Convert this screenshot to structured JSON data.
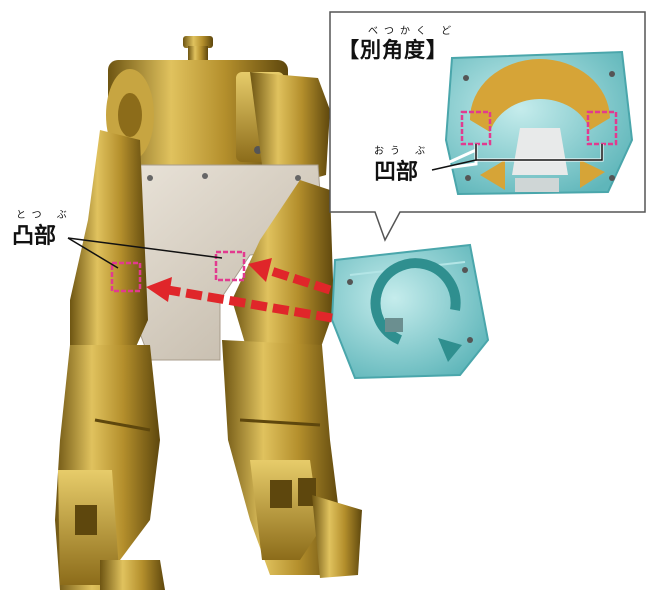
{
  "labels": {
    "convex": {
      "ruby": "とつ ぶ",
      "text": "凸部"
    },
    "concave": {
      "ruby": "おう ぶ",
      "text": "凹部"
    },
    "alt_angle": {
      "ruby": "べつかく ど",
      "text": "【別角度】"
    }
  },
  "colors": {
    "gold": "#b48f2c",
    "gold_light": "#e0c25e",
    "gold_dark": "#6e5512",
    "crystal": "#8fd3d5",
    "crystal_dark": "#4aa6ab",
    "arrow_red": "#e0262a",
    "marker_pink": "#e23a8f",
    "bracket_cream": "#d8cfc0"
  }
}
